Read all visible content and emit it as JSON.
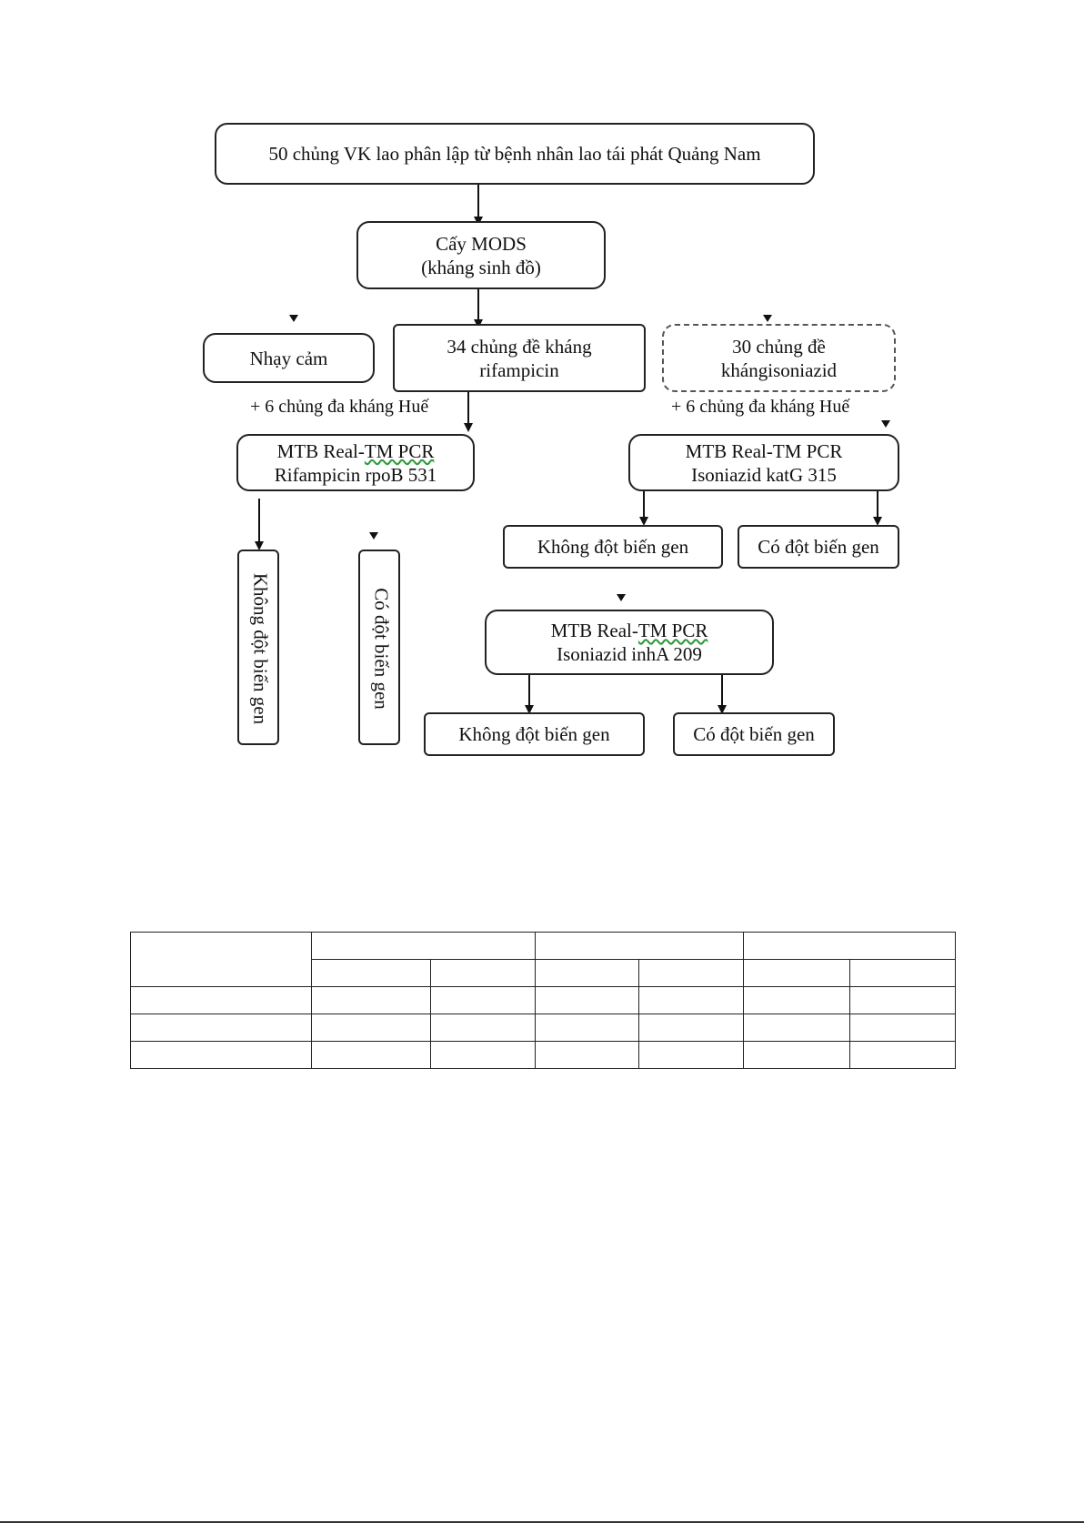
{
  "flowchart": {
    "root": "50 chủng VK lao phân lập từ bệnh nhân lao tái phát Quảng Nam",
    "mods": [
      "Cấy MODS",
      "(kháng sinh đồ)"
    ],
    "sensitive": "Nhạy cảm",
    "rif_resistant": [
      "34 chủng đề kháng",
      "rifampicin"
    ],
    "inh_resistant": [
      "30 chủng đề",
      "khángisoniazid"
    ],
    "plus_left": "+ 6 chủng đa kháng Huế",
    "plus_right": "+ 6 chủng đa kháng Huế",
    "rpob": {
      "prefix": "MTB Real-",
      "link": "TM PCR",
      "line2": "Rifampicin rpoB 531"
    },
    "katg": {
      "line1": "MTB Real-TM PCR",
      "line2": "Isoniazid katG 315"
    },
    "inha": {
      "prefix": "MTB Real-",
      "link": "TM PCR",
      "line2": "Isoniazid inhA 209"
    },
    "no_mutation_rpob": "Không đột biến gen",
    "mutation_rpob": "Có đột biến gen",
    "no_mutation_katg": "Không đột biến gen",
    "mutation_katg": "Có đột biến gen",
    "no_mutation_inha": "Không đột biến gen",
    "mutation_inha": "Có đột biến gen"
  }
}
